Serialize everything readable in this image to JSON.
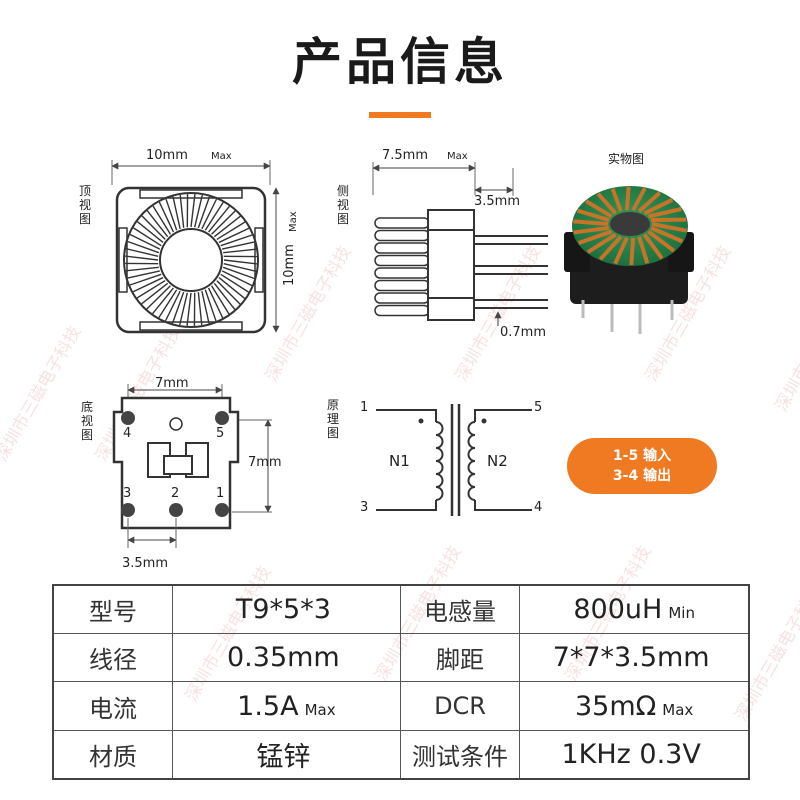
{
  "page_title": "产品信息",
  "views": {
    "top": {
      "label": "顶视图",
      "width": "10mm",
      "width_suffix": "Max",
      "height": "10mm",
      "height_suffix": "Max"
    },
    "side": {
      "label": "侧视图",
      "length": "7.5mm",
      "length_suffix": "Max",
      "pin_offset": "3.5mm",
      "pin_diameter": "0.7mm"
    },
    "photo": {
      "label": "实物图"
    },
    "bottom": {
      "label": "底视图",
      "width": "7mm",
      "height": "7mm",
      "pin_pitch": "3.5mm",
      "pins": [
        "4",
        "5",
        "3",
        "2",
        "1"
      ]
    },
    "schematic": {
      "label": "原理图",
      "pins": [
        "1",
        "5",
        "3",
        "4"
      ],
      "windings": [
        "N1",
        "N2"
      ]
    }
  },
  "badge": {
    "line1": "1-5 输入",
    "line2": "3-4 输出",
    "color": "#f07a22"
  },
  "specs": [
    {
      "k1": "型号",
      "v1": "T9*5*3",
      "u1": "",
      "k2": "电感量",
      "v2": "800uH",
      "u2": "Min"
    },
    {
      "k1": "线径",
      "v1": "0.35mm",
      "u1": "",
      "k2": "脚距",
      "v2": "7*7*3.5mm",
      "u2": ""
    },
    {
      "k1": "电流",
      "v1": "1.5A",
      "u1": "Max",
      "k2": "DCR",
      "v2": "35mΩ",
      "u2": "Max"
    },
    {
      "k1": "材质",
      "v1": "锰锌",
      "u1": "",
      "k2": "测试条件",
      "v2": "1KHz  0.3V",
      "u2": ""
    }
  ],
  "watermark": "深圳市三磁电子科技",
  "accent_color": "#f07a22"
}
